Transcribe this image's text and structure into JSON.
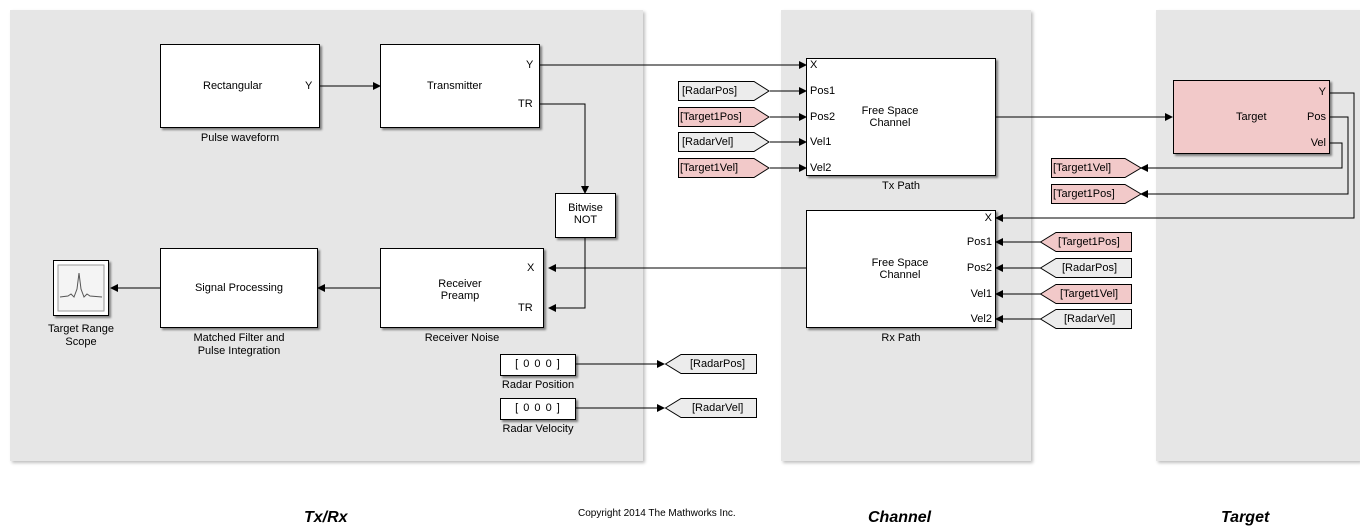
{
  "areas": {
    "txrx_title": "Tx/Rx",
    "channel_title": "Channel",
    "target_title": "Target",
    "copyright": "Copyright 2014 The Mathworks Inc."
  },
  "blocks": {
    "pulse": {
      "name": "Rectangular",
      "port_y": "Y",
      "caption": "Pulse waveform"
    },
    "transmitter": {
      "name": "Transmitter",
      "port_y": "Y",
      "port_tr": "TR"
    },
    "bitwise": {
      "line1": "Bitwise",
      "line2": "NOT"
    },
    "receiver": {
      "line1": "Receiver",
      "line2": "Preamp",
      "port_x": "X",
      "port_tr": "TR",
      "caption": "Receiver Noise"
    },
    "signal": {
      "name": "Signal Processing",
      "caption1": "Matched Filter and",
      "caption2": "Pulse Integration"
    },
    "scope": {
      "caption1": "Target Range",
      "caption2": "Scope"
    },
    "radar_pos": {
      "value": "[ 0  0  0 ]",
      "caption": "Radar Position"
    },
    "radar_vel": {
      "value": "[ 0  0  0 ]",
      "caption": "Radar Velocity"
    },
    "tx_channel": {
      "line1": "Free Space",
      "line2": "Channel",
      "ports": [
        "X",
        "Pos1",
        "Pos2",
        "Vel1",
        "Vel2"
      ],
      "caption": "Tx Path"
    },
    "rx_channel": {
      "line1": "Free Space",
      "line2": "Channel",
      "ports": [
        "X",
        "Pos1",
        "Pos2",
        "Vel1",
        "Vel2"
      ],
      "caption": "Rx Path"
    },
    "target": {
      "name": "Target",
      "ports": [
        "Y",
        "Pos",
        "Vel"
      ]
    }
  },
  "tags": {
    "from_radarpos": "[RadarPos]",
    "from_target1pos": "[Target1Pos]",
    "from_radarvel": "[RadarVel]",
    "from_target1vel": "[Target1Vel]",
    "goto_target1vel": "[Target1Vel]",
    "goto_target1pos": "[Target1Pos]",
    "rx_target1pos": "[Target1Pos]",
    "rx_radarpos": "[RadarPos]",
    "rx_target1vel": "[Target1Vel]",
    "rx_radarvel": "[RadarVel]",
    "goto_radarpos": "[RadarPos]",
    "goto_radarvel": "[RadarVel]"
  },
  "colors": {
    "area_bg": "#e6e6e6",
    "highlight": "#f2c9c9",
    "tag_plain": "#ececec"
  }
}
